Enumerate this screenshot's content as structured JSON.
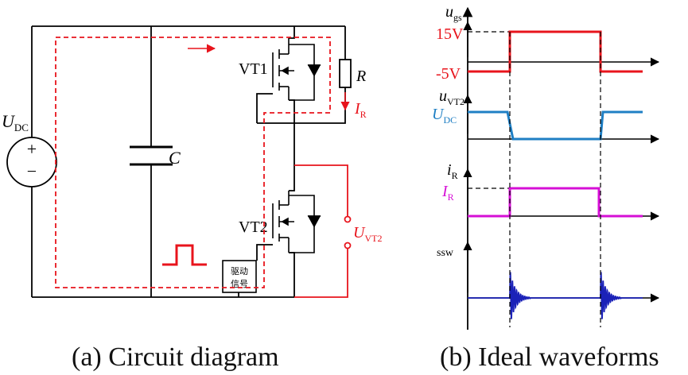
{
  "colors": {
    "wire": "#000000",
    "loop": "#e8141c",
    "ugs": "#e8141c",
    "uvt2": "#1f7fc4",
    "ir": "#d60fd6",
    "ssw": "#1b22b8",
    "dashed": "#000000"
  },
  "circuit": {
    "source_label_main": "U",
    "source_label_sub": "DC",
    "source_plus": "+",
    "source_minus": "−",
    "cap_label": "C",
    "vt1_label": "VT1",
    "vt2_label": "VT2",
    "r_label": "R",
    "ir_label_main": "I",
    "ir_label_sub": "R",
    "uvt2_label_main": "U",
    "uvt2_label_sub": "VT2",
    "driver_line1": "驱动",
    "driver_line2": "信号",
    "caption": "(a) Circuit diagram"
  },
  "waveforms": {
    "caption": "(b) Ideal waveforms",
    "ugs": {
      "axis_main": "u",
      "axis_sub": "gs",
      "high_label": "15V",
      "low_label": "-5V"
    },
    "uvt2": {
      "axis_main": "u",
      "axis_sub": "VT2",
      "level_main": "U",
      "level_sub": "DC"
    },
    "ir": {
      "axis_main": "i",
      "axis_sub": "R",
      "level_main": "I",
      "level_sub": "R"
    },
    "ssw": {
      "axis_label": "ssw"
    }
  }
}
